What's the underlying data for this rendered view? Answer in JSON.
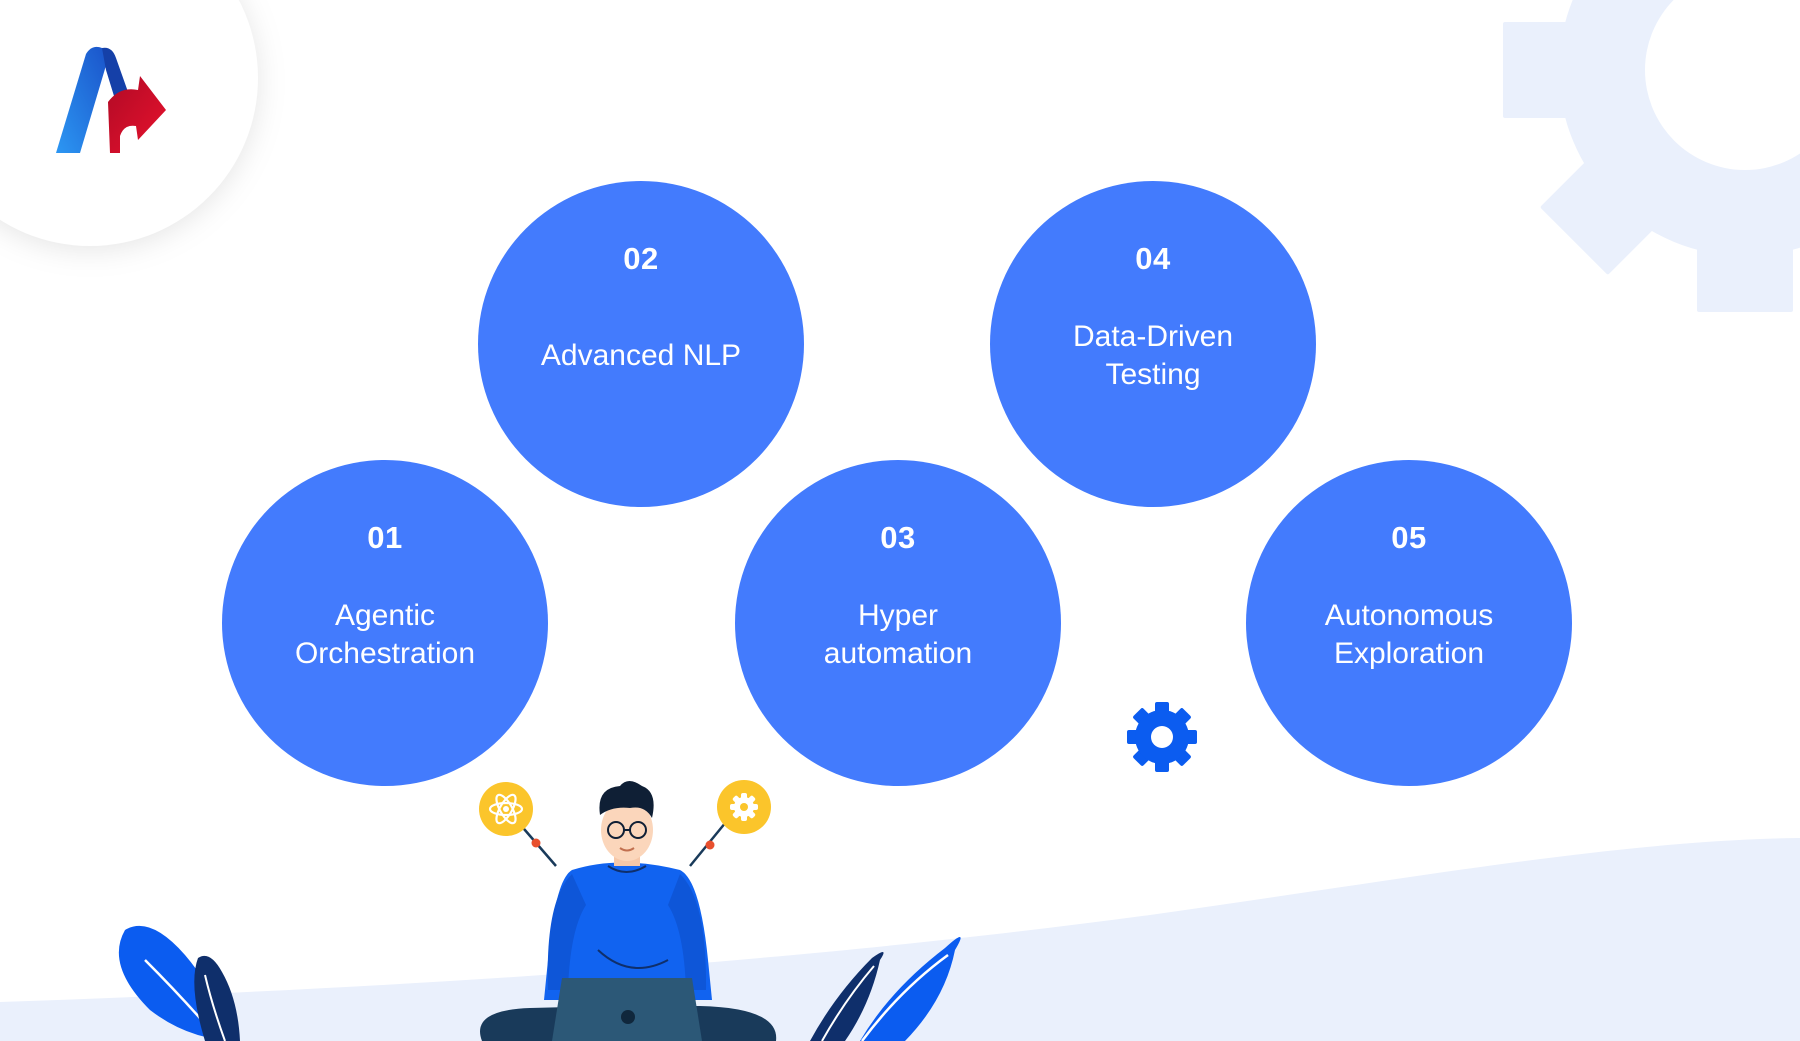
{
  "colors": {
    "circle": "#437bfd",
    "circle_text": "#ffffff",
    "background_shape": "#eaf0fc",
    "gear_bg": "#eaf0fc",
    "gear_small": "#0b5cf0",
    "person_shirt": "#1163f0",
    "laptop": "#2c5877",
    "badge": "#fbc52b",
    "leaf": "#0b5cf0",
    "leaf_dark": "#0f2f6b"
  },
  "icons": {
    "logo": "brand-logo-icon",
    "gear_background": "gear-icon",
    "gear_small": "gear-icon",
    "badge_left": "atom-icon",
    "badge_right": "gear-icon"
  },
  "steps": [
    {
      "num": "01",
      "label": "Agentic\nOrchestration"
    },
    {
      "num": "02",
      "label": "Advanced NLP"
    },
    {
      "num": "03",
      "label": "Hyper\nautomation"
    },
    {
      "num": "04",
      "label": "Data-Driven\nTesting"
    },
    {
      "num": "05",
      "label": "Autonomous\nExploration"
    }
  ]
}
